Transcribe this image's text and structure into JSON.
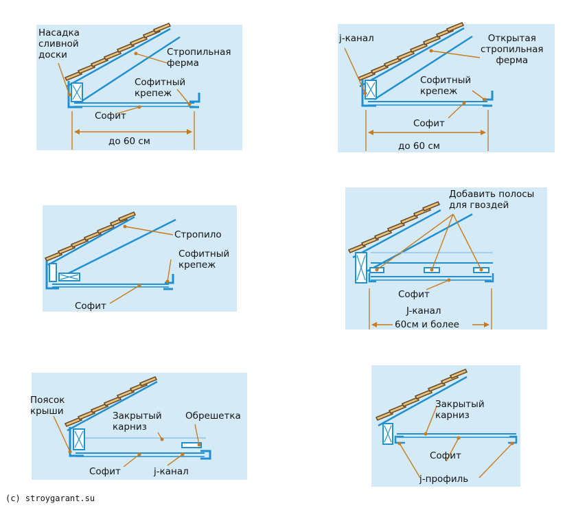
{
  "palette": {
    "panel_bg": "#d4ebf7",
    "blue": "#1f8fd0",
    "orange": "#c87a1f",
    "shingle": "#6b4a2a",
    "shingle_light": "#e6c27a"
  },
  "diagrams": [
    {
      "labels": {
        "fascia_cap": "Насадка\nсливной\nдоски",
        "truss": "Стропильная\nферма",
        "soffit_fastener": "Софитный\nкрепеж",
        "soffit": "Софит",
        "span": "до 60 см"
      }
    },
    {
      "labels": {
        "j_channel": "j-канал",
        "open_truss": "Открытая\nстропильная\nферма",
        "soffit_fastener": "Софитный\nкрепеж",
        "soffit": "Софит",
        "span": "до 60 см"
      }
    },
    {
      "labels": {
        "rafter": "Стропило",
        "soffit_fastener": "Софитный\nкрепеж",
        "soffit": "Софит"
      }
    },
    {
      "labels": {
        "nail_strips": "Добавить полосы\nдля гвоздей",
        "soffit": "Софит",
        "j_channel": "J-канал",
        "span": "60см и более"
      }
    },
    {
      "labels": {
        "roof_strip": "Поясок\nкрыши",
        "closed_eave": "Закрытый\nкарниз",
        "batten": "Обрешетка",
        "soffit": "Софит",
        "j_channel": "j-канал"
      }
    },
    {
      "labels": {
        "closed_eave": "Закрытый\nкарниз",
        "soffit": "Софит",
        "j_profile": "j-профиль"
      }
    }
  ],
  "credit": "(c) stroygarant.su"
}
